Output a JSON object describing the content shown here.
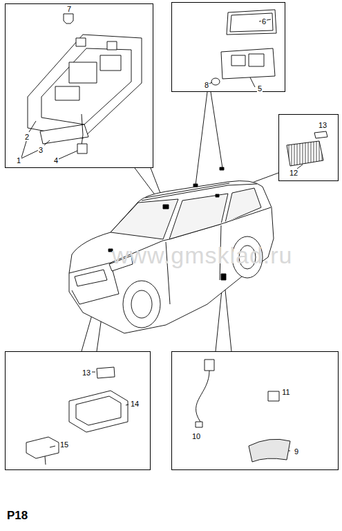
{
  "diagram": {
    "nodes": [
      {
        "text": [
          "7",
          "2",
          "3",
          "1",
          "4"
        ]
      },
      {
        "text": [
          "6",
          "8",
          "5"
        ]
      },
      {
        "text": [
          "13",
          "12"
        ]
      },
      {
        "text": [
          "13",
          "14",
          "15"
        ]
      },
      {
        "text": [
          "10",
          "11",
          "9"
        ]
      }
    ],
    "labels": [
      "www.gmsklad.ru",
      "P18"
    ]
  }
}
